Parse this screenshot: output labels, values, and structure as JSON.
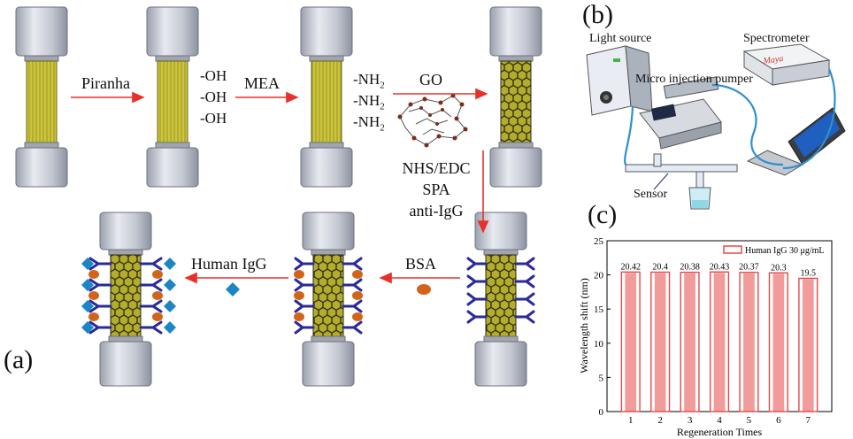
{
  "panel_a": {
    "label": "(a)",
    "steps": {
      "piranha": "Piranha",
      "mea": "MEA",
      "go": "GO",
      "nhs_edc": "NHS/EDC",
      "spa": "SPA",
      "anti_igg": "anti-IgG",
      "bsa": "BSA",
      "human_igg": "Human IgG"
    },
    "groups": {
      "oh": "-OH",
      "nh2": "-NH",
      "nh2_sub": "2"
    },
    "colors": {
      "arrow": "#e8302a",
      "fiber_core": "#c9c23a",
      "graphene": "#3a3a1a",
      "antibody": "#2a2a9a",
      "bsa": "#d2641a",
      "igg": "#1c86c4",
      "cap": "#c8ccd6"
    }
  },
  "panel_b": {
    "label": "(b)",
    "labels": {
      "light_source": "Light source",
      "spectrometer": "Spectrometer",
      "pumper": "Micro injection pumper",
      "sensor": "Sensor",
      "brand": "Maya"
    }
  },
  "panel_c": {
    "label": "(c)",
    "chart_data": {
      "type": "bar",
      "categories": [
        "1",
        "2",
        "3",
        "4",
        "5",
        "6",
        "7"
      ],
      "values": [
        20.42,
        20.4,
        20.38,
        20.43,
        20.37,
        20.3,
        19.5
      ],
      "value_labels": [
        "20.42",
        "20.4",
        "20.38",
        "20.43",
        "20.37",
        "20.3",
        "19.5"
      ],
      "series": [
        {
          "name": "Human IgG 30 μg/mL",
          "values": [
            20.42,
            20.4,
            20.38,
            20.43,
            20.37,
            20.3,
            19.5
          ]
        }
      ],
      "xlabel": "Regeneration Times",
      "ylabel": "Wavelength shift (nm)",
      "ylim": [
        0,
        25
      ],
      "yticks": [
        "0",
        "5",
        "10",
        "15",
        "20",
        "25"
      ],
      "legend_position": "top-right",
      "bar_color": "#e54848",
      "grid": false
    }
  }
}
